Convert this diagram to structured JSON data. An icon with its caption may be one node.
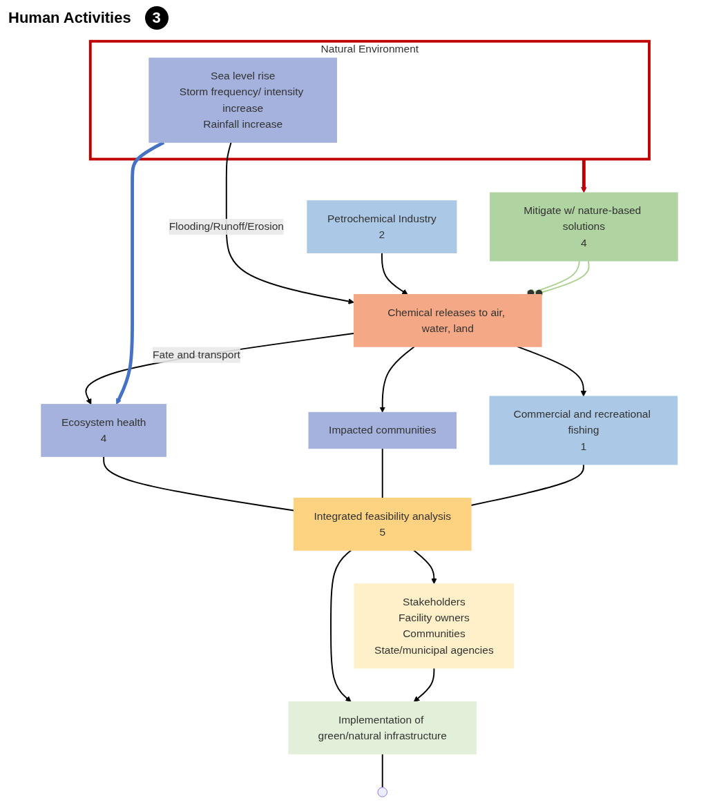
{
  "diagram": {
    "nodes": [
      {
        "text": [
          "Natural Environment"
        ]
      },
      {
        "text": [
          "Sea level rise",
          "Storm frequency/ intensity increase",
          "Rainfall increase"
        ],
        "in": 0
      },
      {
        "text": [
          "Petrochemical Industry",
          "2"
        ]
      },
      {
        "text": [
          "Chemical releases to air, water, land"
        ]
      },
      {
        "text": [
          "Mitigate w/ nature-based solutions",
          "4"
        ]
      },
      {
        "text": [
          "Ecosystem health",
          "4"
        ]
      },
      {
        "text": [
          "Impacted communities"
        ]
      },
      {
        "text": [
          "Commercial and recreational fishing",
          "1"
        ]
      },
      {
        "text": [
          "Integrated feasibility analysis",
          "5"
        ]
      },
      {
        "text": [
          "Stakeholders",
          "Facility owners",
          "Communities",
          "State/municipal agencies"
        ]
      },
      {
        "text": [
          "Implementation of green/natural infrastructure"
        ]
      }
    ],
    "edges": [
      {
        "from": 1,
        "to": 3,
        "arrow": "to",
        "label": "Flooding/Runoff/Erosion"
      },
      {
        "from": 2,
        "to": 3,
        "arrow": "to"
      },
      {
        "from": 4,
        "to": 3,
        "arrow": "other",
        "color": "#a9d18e"
      },
      {
        "from": 4,
        "to": 3,
        "arrow": "other",
        "color": "#a9d18e"
      },
      {
        "from": 0,
        "to": 4,
        "arrow": "to",
        "style": "thick",
        "color": "#c00000"
      },
      {
        "from": 3,
        "to": 5,
        "arrow": "to",
        "label": "Fate and transport"
      },
      {
        "from": 3,
        "to": 6,
        "arrow": "to"
      },
      {
        "from": 3,
        "to": 7,
        "arrow": "to"
      },
      {
        "from": 1,
        "to": 5,
        "arrow": "to",
        "style": "thick",
        "color": "#4472c4"
      },
      {
        "from": 5,
        "to": 8,
        "arrow": "none"
      },
      {
        "from": 6,
        "to": 8,
        "arrow": "none"
      },
      {
        "from": 7,
        "to": 8,
        "arrow": "none"
      },
      {
        "from": 8,
        "to": 9,
        "arrow": "to"
      },
      {
        "from": 8,
        "to": 10,
        "arrow": "to"
      },
      {
        "from": 9,
        "to": 10,
        "arrow": "to"
      },
      {
        "from": 10,
        "to": null,
        "arrow": "none"
      }
    ],
    "labels": [
      "Human Activities",
      "3"
    ]
  }
}
